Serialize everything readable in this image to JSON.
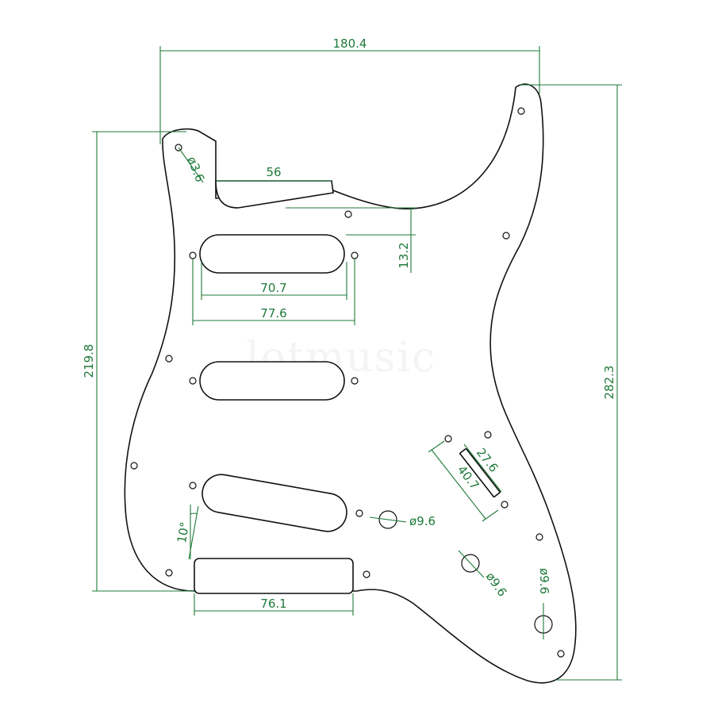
{
  "watermark": "lotmusic",
  "dimensions": {
    "overall_width": "180.4",
    "overall_height": "282.3",
    "body_height": "219.8",
    "neck_pocket_width": "56",
    "pickup_spacing": "13.2",
    "pickup_slot_inner": "70.7",
    "pickup_slot_outer": "77.6",
    "screw_hole_dia": "ø3.6",
    "bridge_angle": "10°",
    "bridge_cut_width": "76.1",
    "pot_hole_1": "ø9.6",
    "pot_hole_2": "ø9.6",
    "pot_hole_3": "ø9.6",
    "switch_slot_inner": "27.6",
    "switch_slot_outer": "40.7"
  },
  "colors": {
    "outline": "#111111",
    "dimension": "#1f7a3a"
  }
}
